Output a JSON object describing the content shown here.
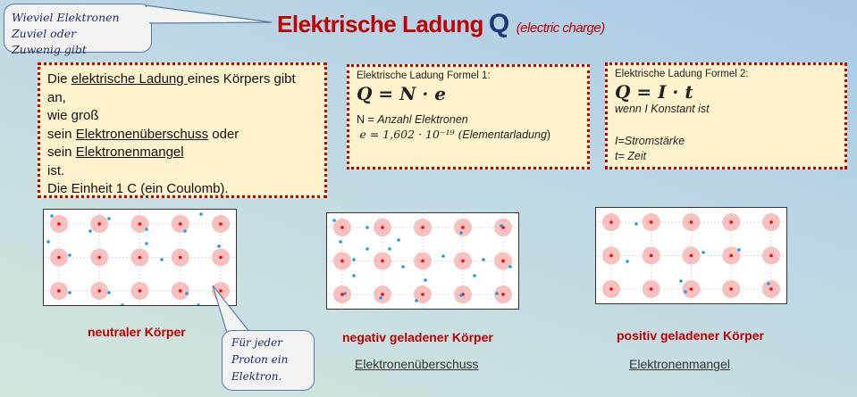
{
  "callout_top": {
    "line1": "Wieviel Elektronen Zuviel oder",
    "line2": "Zuwenig gibt"
  },
  "title": {
    "main": "Elektrische Ladung",
    "symbol": "Q",
    "subtitle": "(electric charge)"
  },
  "definition": {
    "l1a": "Die ",
    "l1b": "elektrische Ladung ",
    "l1c": "eines Körpers gibt",
    "l2": "an,",
    "l3": "wie groß",
    "l4a": "sein ",
    "l4b": "Elektronenüberschuss",
    "l4c": " oder",
    "l5a": "sein ",
    "l5b": "Elektronenmangel",
    "l6": "ist.",
    "l7": "Die Einheit 1 C (ein Coulomb)."
  },
  "formula1": {
    "heading": "Elektrische Ladung Formel 1:",
    "formula": "Q = N · e",
    "n_label": "N = ",
    "n_desc": "Anzahl Elektronen",
    "e_value": "e = 1,602 · 10⁻¹⁹ (",
    "e_desc": "Elementarladung",
    "e_close": ")"
  },
  "formula2": {
    "heading": "Elektrische Ladung Formel 2:",
    "formula": "Q = I · t",
    "condition": "wenn I Konstant ist",
    "i_desc": "I=Stromstärke",
    "t_desc": "t= Zeit"
  },
  "bodies": [
    {
      "label": "neutraler Körper",
      "caption": ""
    },
    {
      "label": "negativ geladener Körper",
      "caption": "Elektronenüberschuss"
    },
    {
      "label": "positiv geladener Körper",
      "caption": "Elektronenmangel"
    }
  ],
  "callout_bottom": {
    "line1": "Für jeder",
    "line2": "Proton ein",
    "line3": "Elektron."
  },
  "colors": {
    "title": "#c00000",
    "symbol": "#1f3a73",
    "proton": "#ff0000",
    "proton_halo": "#f9c0c0",
    "electron": "#1e9be8",
    "border": "#c00000",
    "box_bg": "#fff2cc"
  }
}
